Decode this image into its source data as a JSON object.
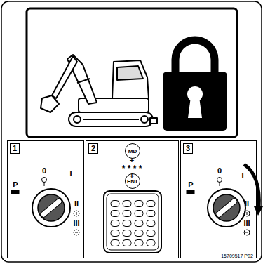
{
  "diagram": {
    "nodes": [
      {
        "text": [
          "1"
        ]
      },
      {
        "text": [
          "2"
        ]
      },
      {
        "text": [
          "3"
        ]
      },
      {
        "text": [
          "MD"
        ],
        "in": 1
      },
      {
        "text": [
          "ENT"
        ],
        "in": 1
      }
    ],
    "labels": [
      "P",
      "0",
      "I",
      "II",
      "III",
      "P",
      "0",
      "I",
      "II",
      "III",
      "+",
      "* * * *",
      "+",
      "15709517 P02"
    ]
  }
}
